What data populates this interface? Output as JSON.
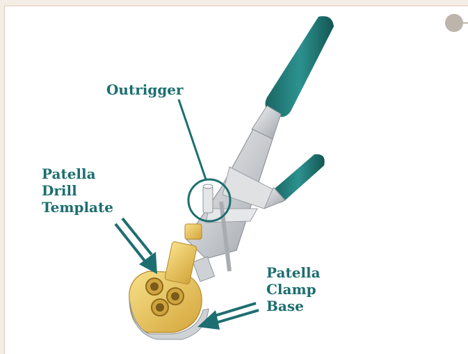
{
  "labels": {
    "outrigger": "Outrigger",
    "drill_template": "Patella\nDrill\nTemplate",
    "clamp_base": "Patella\nClamp\nBase"
  },
  "colors": {
    "label": "#1d6e70",
    "handle": "#1f7a78",
    "metal": "#d5d7da",
    "template": "#e9c45a",
    "callout": "#1d6e70"
  }
}
